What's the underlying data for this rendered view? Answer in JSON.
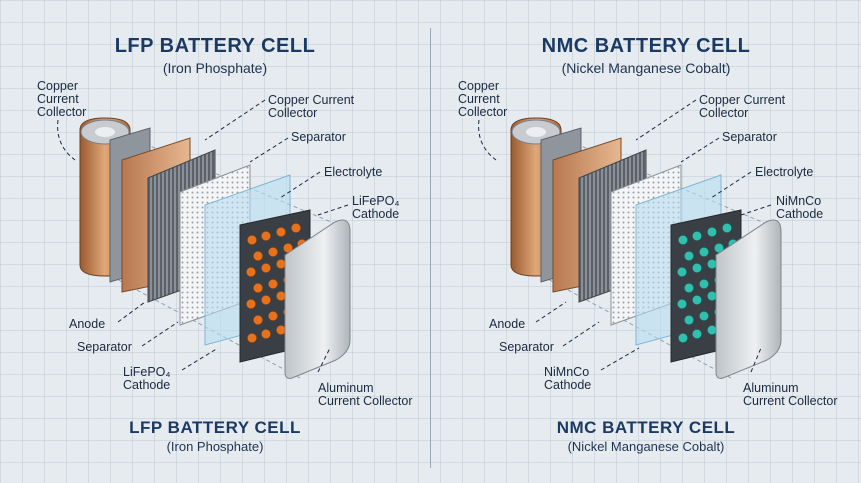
{
  "left": {
    "title": "LFP BATTERY CELL",
    "subtitle": "(Iron Phosphate)",
    "bottom_title": "LFP BATTERY CELL",
    "bottom_subtitle": "(Iron Phosphate)",
    "labels": {
      "copper_collector_outer": "Copper\nCurrent\nCollector",
      "copper_collector": "Copper Current\nCollector",
      "separator_top": "Separator",
      "electrolyte": "Electrolyte",
      "cathode_top": "LiFePO₄\nCathode",
      "anode": "Anode",
      "separator_bottom": "Separator",
      "cathode_bottom": "LiFePO₄\nCathode",
      "aluminum": "Aluminum\nCurrent Collector"
    },
    "particle_color": "#e8721c"
  },
  "right": {
    "title": "NMC BATTERY CELL",
    "subtitle": "(Nickel Manganese Cobalt)",
    "bottom_title": "NMC BATTERY CELL",
    "bottom_subtitle": "(Nickel Manganese Cobalt)",
    "labels": {
      "copper_collector_outer": "Copper\nCurrent\nCollector",
      "copper_collector": "Copper Current\nCollector",
      "separator_top": "Separator",
      "electrolyte": "Electrolyte",
      "cathode_top": "NiMnCo\nCathode",
      "anode": "Anode",
      "separator_bottom": "Separator",
      "cathode_bottom": "NiMnCo\nCathode",
      "aluminum": "Aluminum\nCurrent Collector"
    },
    "particle_color": "#2fc0b0"
  }
}
